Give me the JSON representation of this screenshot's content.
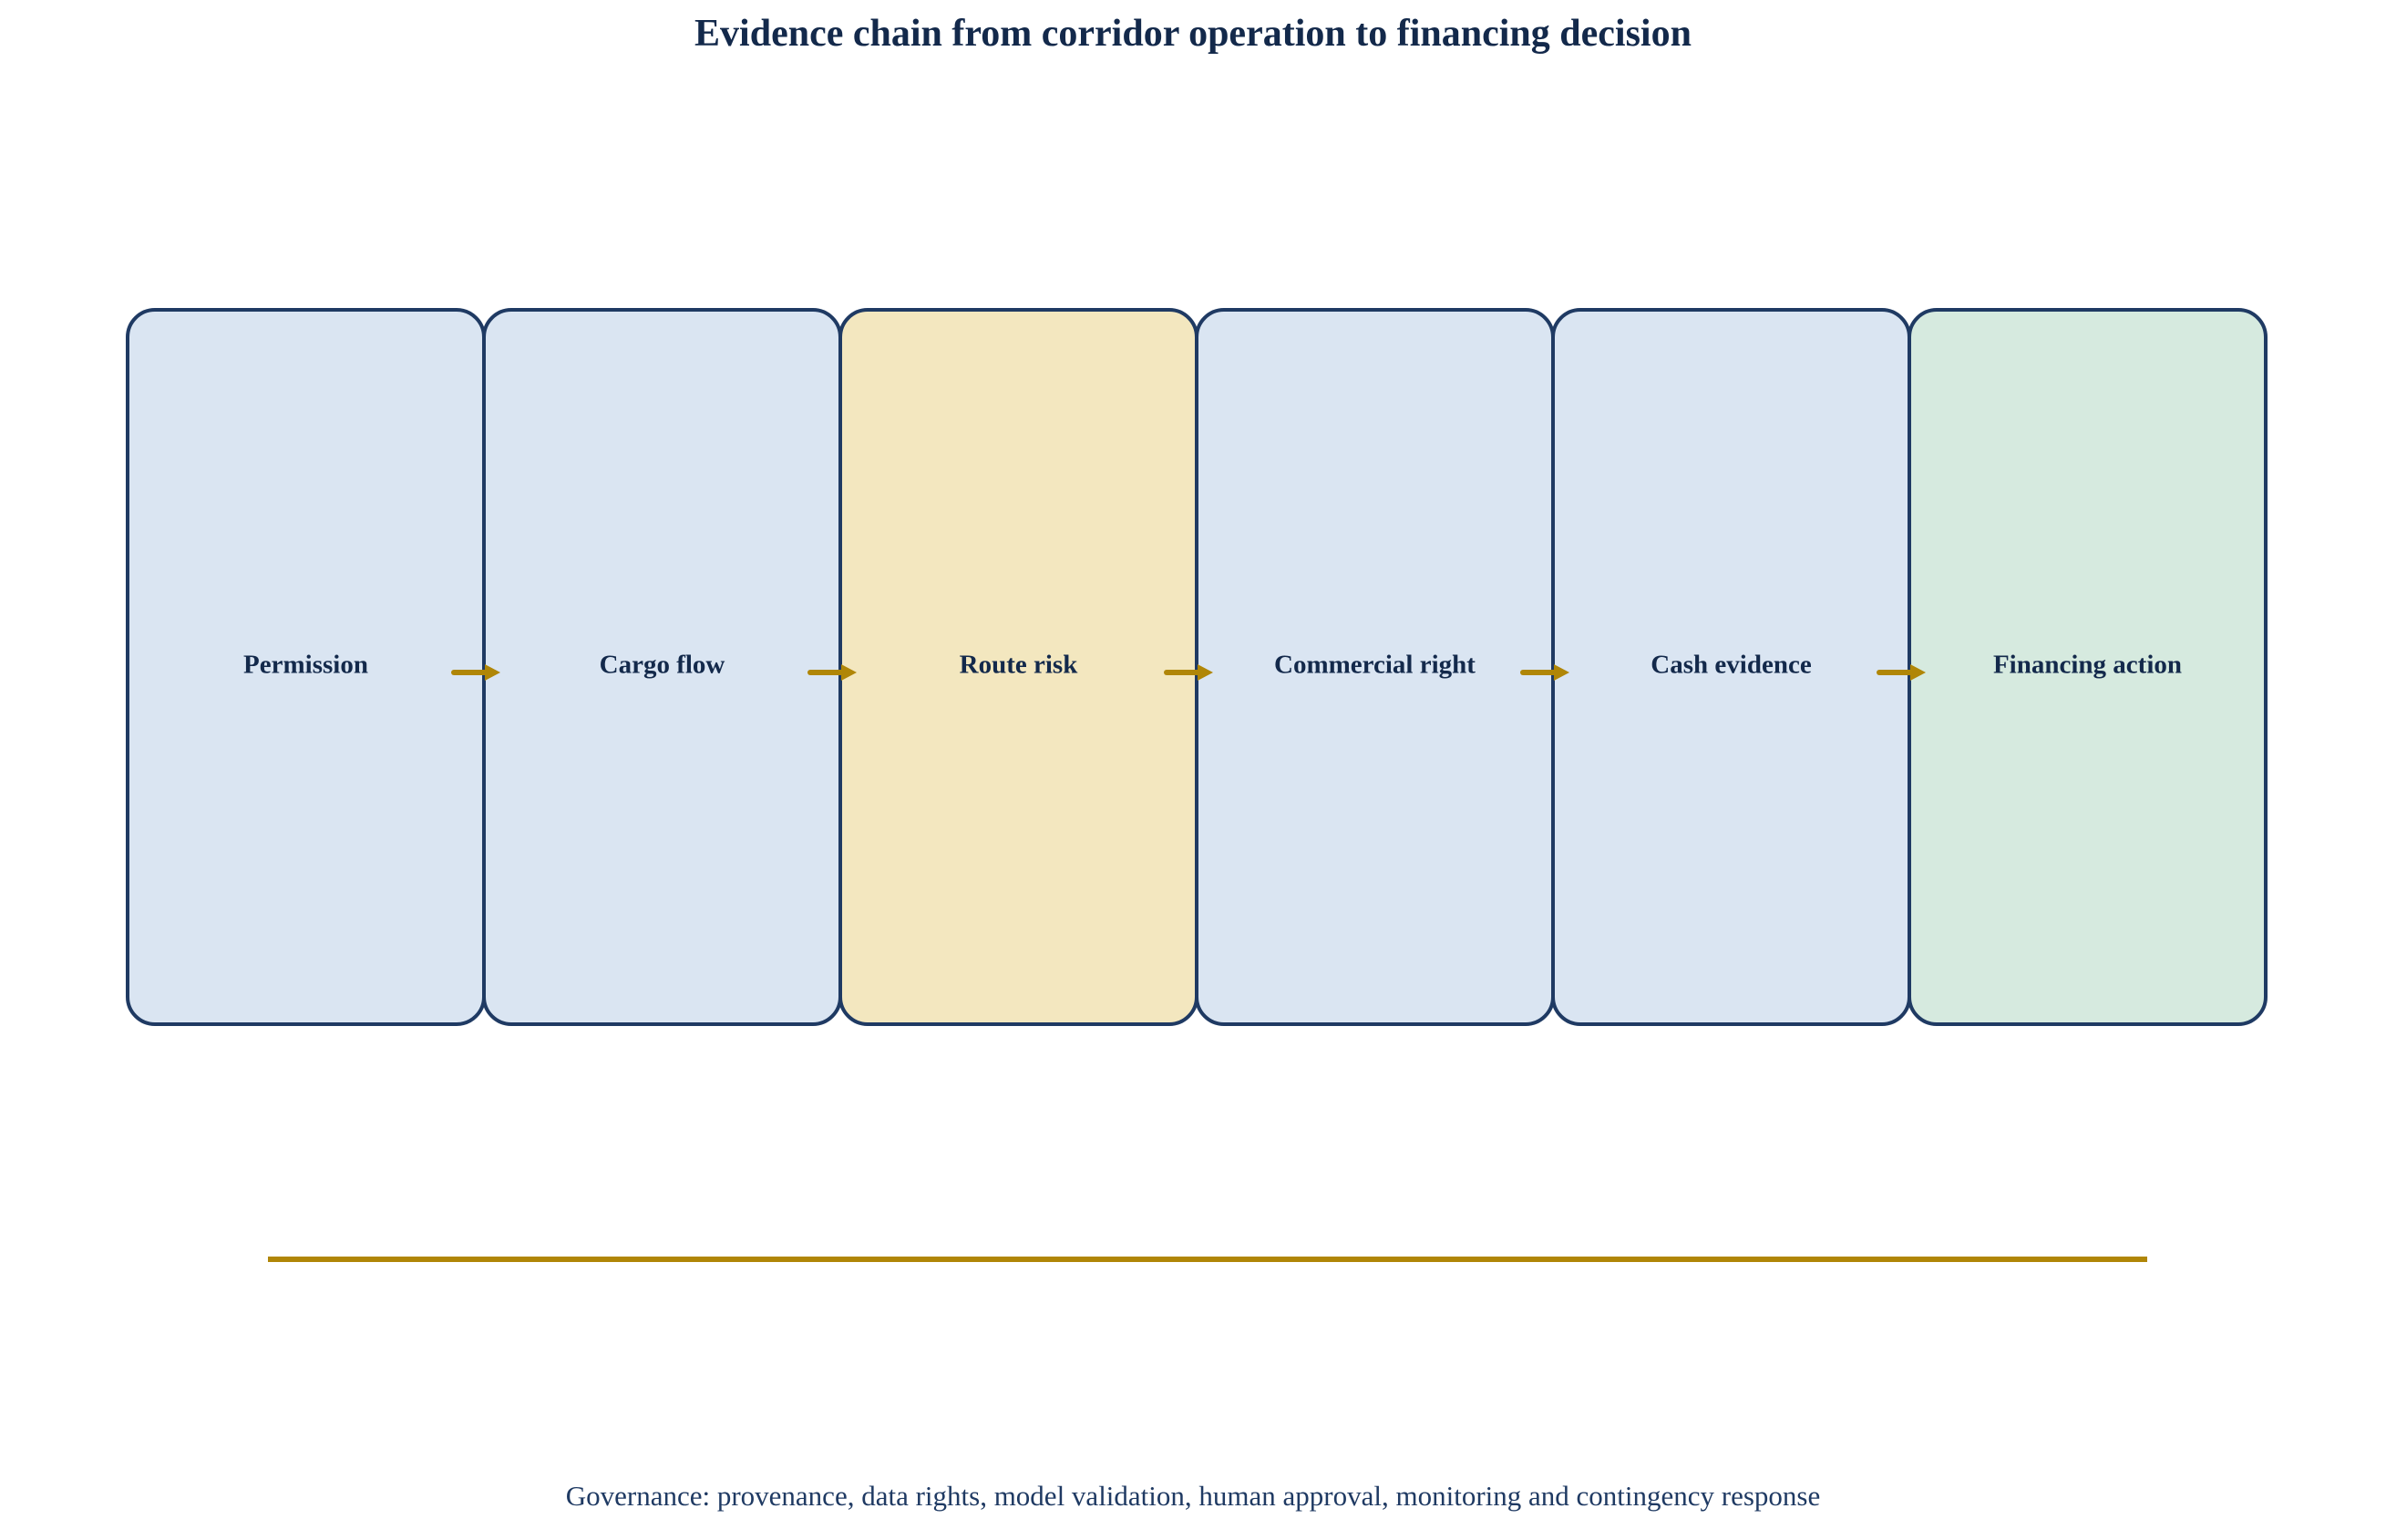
{
  "title": "Evidence chain from corridor operation to financing decision",
  "nodes": [
    {
      "label": "Permission",
      "fill": "#dae5f2"
    },
    {
      "label": "Cargo flow",
      "fill": "#dae5f2"
    },
    {
      "label": "Route risk",
      "fill": "#f3e7bf"
    },
    {
      "label": "Commercial right",
      "fill": "#dae5f2"
    },
    {
      "label": "Cash evidence",
      "fill": "#dae5f2"
    },
    {
      "label": "Financing action",
      "fill": "#d6eadf"
    }
  ],
  "governance": "Governance: provenance, data rights, model validation, human approval, monitoring and contingency response",
  "colors": {
    "text": "#13294b",
    "border": "#1f3a63",
    "arrow": "#b08607",
    "rule": "#b08607"
  }
}
